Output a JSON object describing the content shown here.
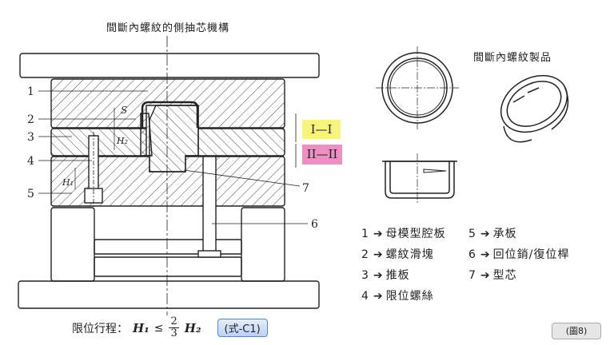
{
  "title": "間斷內螺紋的側抽芯機構",
  "product_title": "間斷內螺紋製品",
  "drawing": {
    "part_numbers": [
      "1",
      "2",
      "3",
      "4",
      "5",
      "6",
      "7"
    ],
    "dimension_labels": {
      "s": "S",
      "h1": "H₁",
      "h2": "H₂"
    },
    "parting_lines": [
      {
        "label": "I—I",
        "color": "#f6f47a"
      },
      {
        "label": "II—II",
        "color": "#ee8fc4"
      }
    ]
  },
  "legend": [
    {
      "num": "1",
      "arrow": "➔",
      "label": "母模型腔板"
    },
    {
      "num": "2",
      "arrow": "➔",
      "label": "螺紋滑塊"
    },
    {
      "num": "3",
      "arrow": "➔",
      "label": "推板"
    },
    {
      "num": "4",
      "arrow": "➔",
      "label": "限位螺絲"
    },
    {
      "num": "5",
      "arrow": "➔",
      "label": "承板"
    },
    {
      "num": "6",
      "arrow": "➔",
      "label": "回位銷/復位桿"
    },
    {
      "num": "7",
      "arrow": "➔",
      "label": "型芯"
    }
  ],
  "formula": {
    "label": "限位行程：",
    "lhs": "H₁",
    "op": "≤",
    "frac_num": "2",
    "frac_den": "3",
    "rhs": "H₂",
    "tag": "(式-C1)"
  },
  "figure_badge": "(圖8)"
}
